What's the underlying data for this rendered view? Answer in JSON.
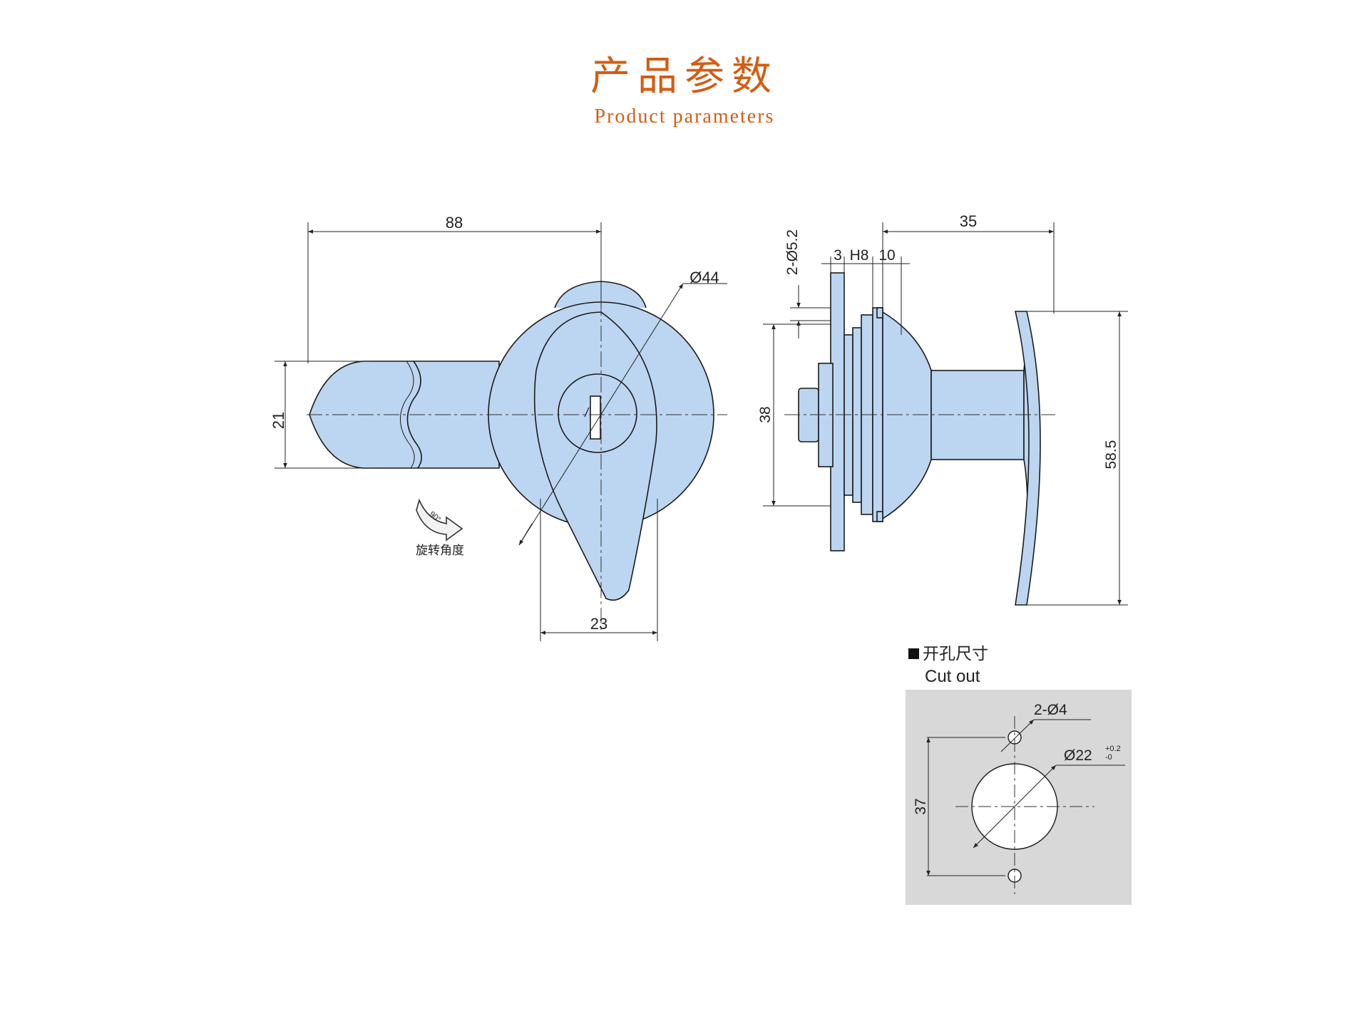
{
  "header": {
    "title_cn": "产品参数",
    "title_en": "Product parameters"
  },
  "front_view": {
    "dim_length": "88",
    "dim_diameter": "Ø44",
    "dim_cam_width": "21",
    "dim_handle_width": "23",
    "rotation_angle": "90°",
    "rotation_label": "旋转角度"
  },
  "side_view": {
    "dim_holes": "2-Ø5.2",
    "dim_3": "3",
    "dim_h8": "H8",
    "dim_10": "10",
    "dim_35": "35",
    "dim_38": "38",
    "dim_58_5": "58.5"
  },
  "cutout": {
    "label_cn": "开孔尺寸",
    "label_en": "Cut out",
    "dim_holes": "2-Ø4",
    "dim_diameter": "Ø22",
    "tol_upper": "+0.2",
    "tol_lower": "-0",
    "dim_spacing": "37"
  },
  "colors": {
    "title": "#d35d13",
    "part_fill": "#bcd6f1",
    "outline": "#1a1a1a",
    "cutout_panel": "#d8d8d8"
  }
}
